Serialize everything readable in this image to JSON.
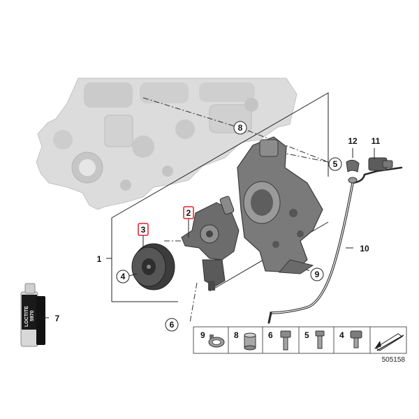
{
  "diagram": {
    "reference_number": "505158",
    "callouts": [
      {
        "id": "1",
        "label": "1",
        "highlighted": false
      },
      {
        "id": "2",
        "label": "2",
        "highlighted": true
      },
      {
        "id": "3",
        "label": "3",
        "highlighted": true
      },
      {
        "id": "4",
        "label": "4",
        "highlighted": false
      },
      {
        "id": "5",
        "label": "5",
        "highlighted": false
      },
      {
        "id": "6",
        "label": "6",
        "highlighted": false
      },
      {
        "id": "7",
        "label": "7",
        "highlighted": false
      },
      {
        "id": "8",
        "label": "8",
        "highlighted": false
      },
      {
        "id": "9",
        "label": "9",
        "highlighted": false
      },
      {
        "id": "10",
        "label": "10",
        "highlighted": false
      },
      {
        "id": "11",
        "label": "11",
        "highlighted": false
      },
      {
        "id": "12",
        "label": "12",
        "highlighted": false
      }
    ],
    "legend": [
      {
        "label": "9",
        "icon": "hose-clamp-icon"
      },
      {
        "label": "8",
        "icon": "sleeve-icon"
      },
      {
        "label": "6",
        "icon": "bolt-icon"
      },
      {
        "label": "5",
        "icon": "bolt-icon"
      },
      {
        "label": "4",
        "icon": "bolt-icon"
      },
      {
        "label": "",
        "icon": "direction-arrow-icon"
      }
    ],
    "sealant_tube": {
      "brand": "LOCTITE",
      "product": "5970"
    },
    "colors": {
      "highlight": "#e0202a",
      "engine_block": "#d9d9d9",
      "part": "#5a5a5a",
      "line": "#222222"
    }
  }
}
